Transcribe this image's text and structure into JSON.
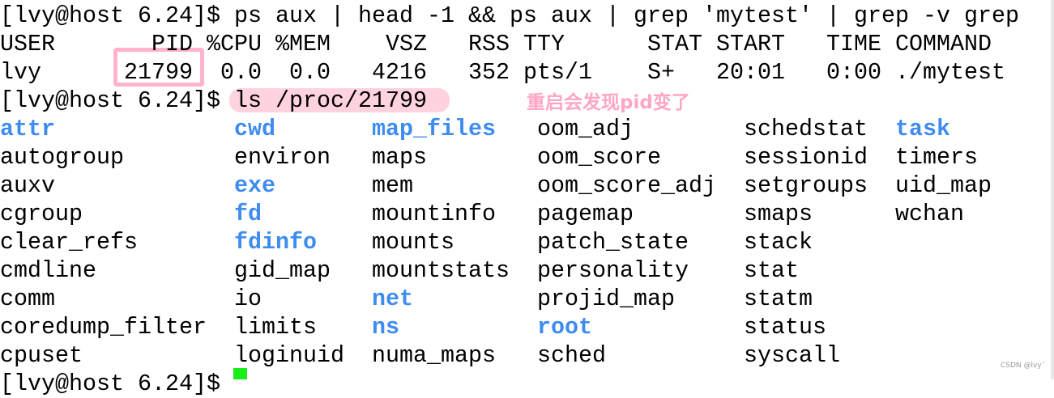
{
  "terminal": {
    "prompt": "[lvy@host 6.24]$ ",
    "command1": "ps aux | head -1 && ps aux | grep 'mytest' | grep -v grep",
    "ps_header": [
      "USER",
      "PID",
      "%CPU",
      "%MEM",
      "VSZ",
      "RSS",
      "TTY",
      "STAT",
      "START",
      "TIME",
      "COMMAND"
    ],
    "ps_row": [
      "lvy",
      "21799",
      "0.0",
      "0.0",
      "4216",
      "352",
      "pts/1",
      "S+",
      "20:01",
      "0:00",
      "./mytest"
    ],
    "command2": "ls /proc/21799",
    "annotation": "重启会发现pid变了",
    "ls_rows": [
      [
        {
          "n": "attr",
          "d": true
        },
        {
          "n": "cwd",
          "d": true
        },
        {
          "n": "map_files",
          "d": true
        },
        {
          "n": "oom_adj"
        },
        {
          "n": "schedstat"
        },
        {
          "n": "task",
          "d": true
        }
      ],
      [
        {
          "n": "autogroup"
        },
        {
          "n": "environ"
        },
        {
          "n": "maps"
        },
        {
          "n": "oom_score"
        },
        {
          "n": "sessionid"
        },
        {
          "n": "timers"
        }
      ],
      [
        {
          "n": "auxv"
        },
        {
          "n": "exe",
          "d": true
        },
        {
          "n": "mem"
        },
        {
          "n": "oom_score_adj"
        },
        {
          "n": "setgroups"
        },
        {
          "n": "uid_map"
        }
      ],
      [
        {
          "n": "cgroup"
        },
        {
          "n": "fd",
          "d": true
        },
        {
          "n": "mountinfo"
        },
        {
          "n": "pagemap"
        },
        {
          "n": "smaps"
        },
        {
          "n": "wchan"
        }
      ],
      [
        {
          "n": "clear_refs"
        },
        {
          "n": "fdinfo",
          "d": true
        },
        {
          "n": "mounts"
        },
        {
          "n": "patch_state"
        },
        {
          "n": "stack"
        }
      ],
      [
        {
          "n": "cmdline"
        },
        {
          "n": "gid_map"
        },
        {
          "n": "mountstats"
        },
        {
          "n": "personality"
        },
        {
          "n": "stat"
        }
      ],
      [
        {
          "n": "comm"
        },
        {
          "n": "io"
        },
        {
          "n": "net",
          "d": true
        },
        {
          "n": "projid_map"
        },
        {
          "n": "statm"
        }
      ],
      [
        {
          "n": "coredump_filter"
        },
        {
          "n": "limits"
        },
        {
          "n": "ns",
          "d": true
        },
        {
          "n": "root",
          "d": true
        },
        {
          "n": "status"
        }
      ],
      [
        {
          "n": "cpuset"
        },
        {
          "n": "loginuid"
        },
        {
          "n": "numa_maps"
        },
        {
          "n": "sched"
        },
        {
          "n": "syscall"
        }
      ]
    ],
    "dir_color": "#3f8cf0"
  },
  "watermark": "CSDN @lvy¯"
}
